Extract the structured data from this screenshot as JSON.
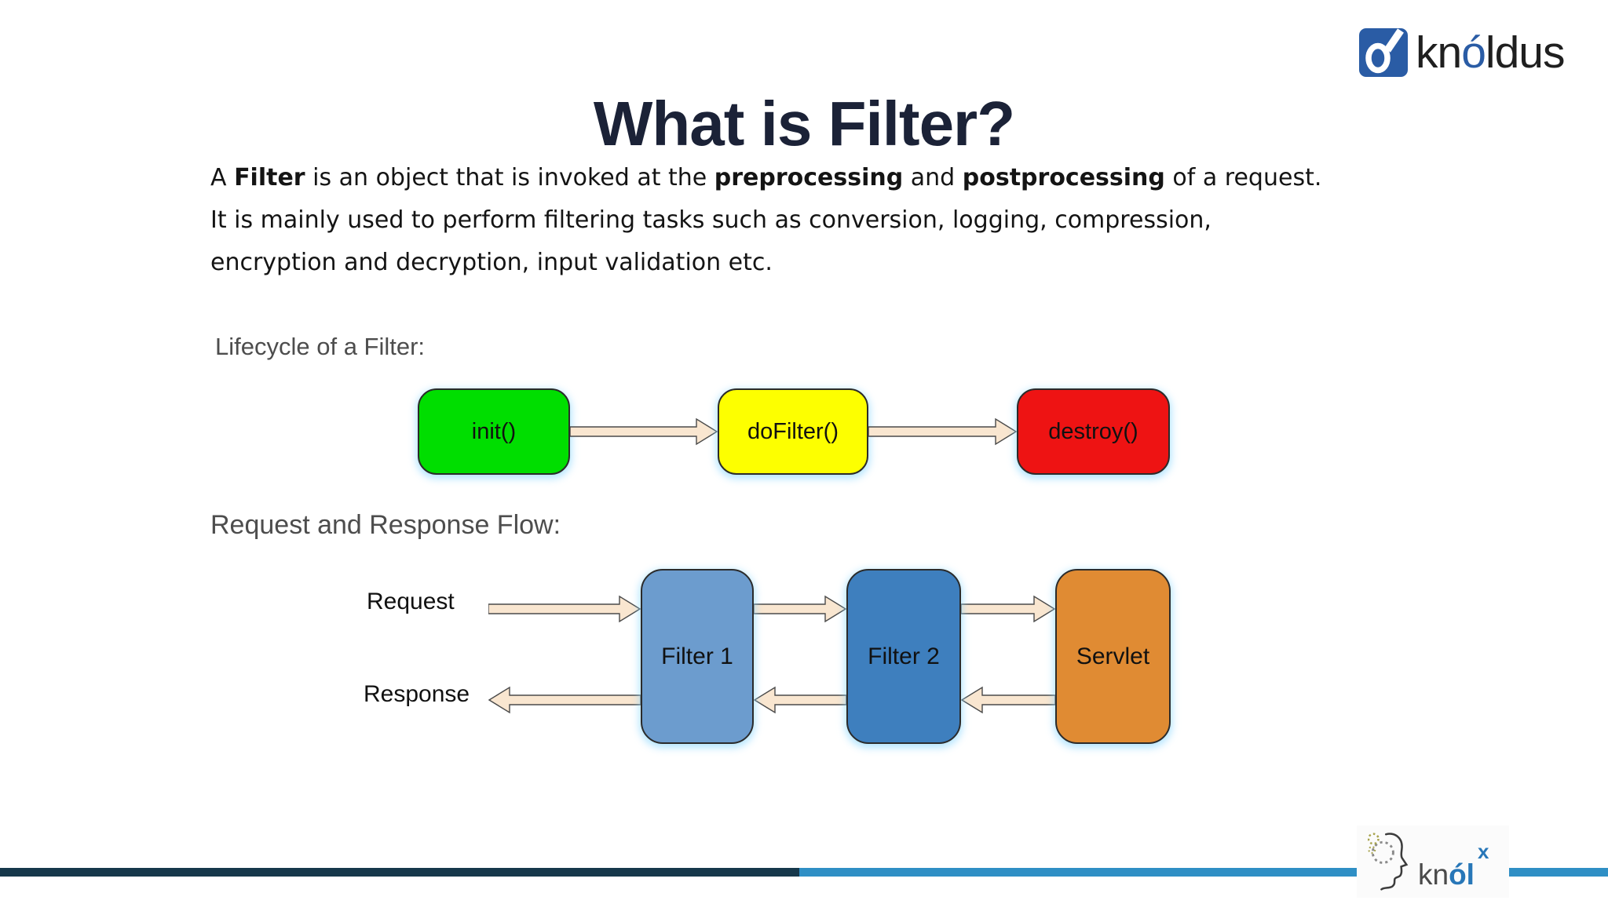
{
  "slide": {
    "title": "What is Filter?",
    "intro": {
      "s1": "A ",
      "s2": "Filter",
      "s3": " is an object that is invoked at the ",
      "s4": "preprocessing",
      "s5": " and ",
      "s6": "postprocessing",
      "s7": " of a request.",
      "line2": "It is mainly used to perform filtering tasks such as conversion, logging, compression,",
      "line3": "encryption and decryption, input validation etc."
    },
    "lifecycle": {
      "label": "Lifecycle of a Filter:",
      "stages": [
        {
          "label": "init()"
        },
        {
          "label": "doFilter()"
        },
        {
          "label": "destroy()"
        }
      ]
    },
    "flow": {
      "label": "Request and Response Flow:",
      "request_label": "Request",
      "response_label": "Response",
      "nodes": [
        {
          "label": "Filter 1"
        },
        {
          "label": "Filter 2"
        },
        {
          "label": "Servlet"
        }
      ]
    },
    "branding": {
      "knoldus": {
        "kn": "kn",
        "o": "ó",
        "ldus": "ldus"
      },
      "knolx": {
        "kn": "kn",
        "ol": "ól",
        "x": "x"
      }
    }
  },
  "colors": {
    "title_navy": "#1B2237",
    "label_gray": "#4D4D4D",
    "body_text": "#141414",
    "init_green": "#00DE00",
    "dofilter_yellow": "#FDFF00",
    "destroy_red": "#EE1313",
    "filter1_blue": "#6C9CCE",
    "filter2_blue": "#3E7FBE",
    "servlet_orange": "#E08B33",
    "arrow_fill": "#F9E6D0",
    "arrow_stroke": "#4A4A4A",
    "bar_dark": "#16384B",
    "bar_blue": "#2F8FC5",
    "knoldus_blue": "#2A5CA5",
    "knolx_blue": "#2877B8"
  }
}
